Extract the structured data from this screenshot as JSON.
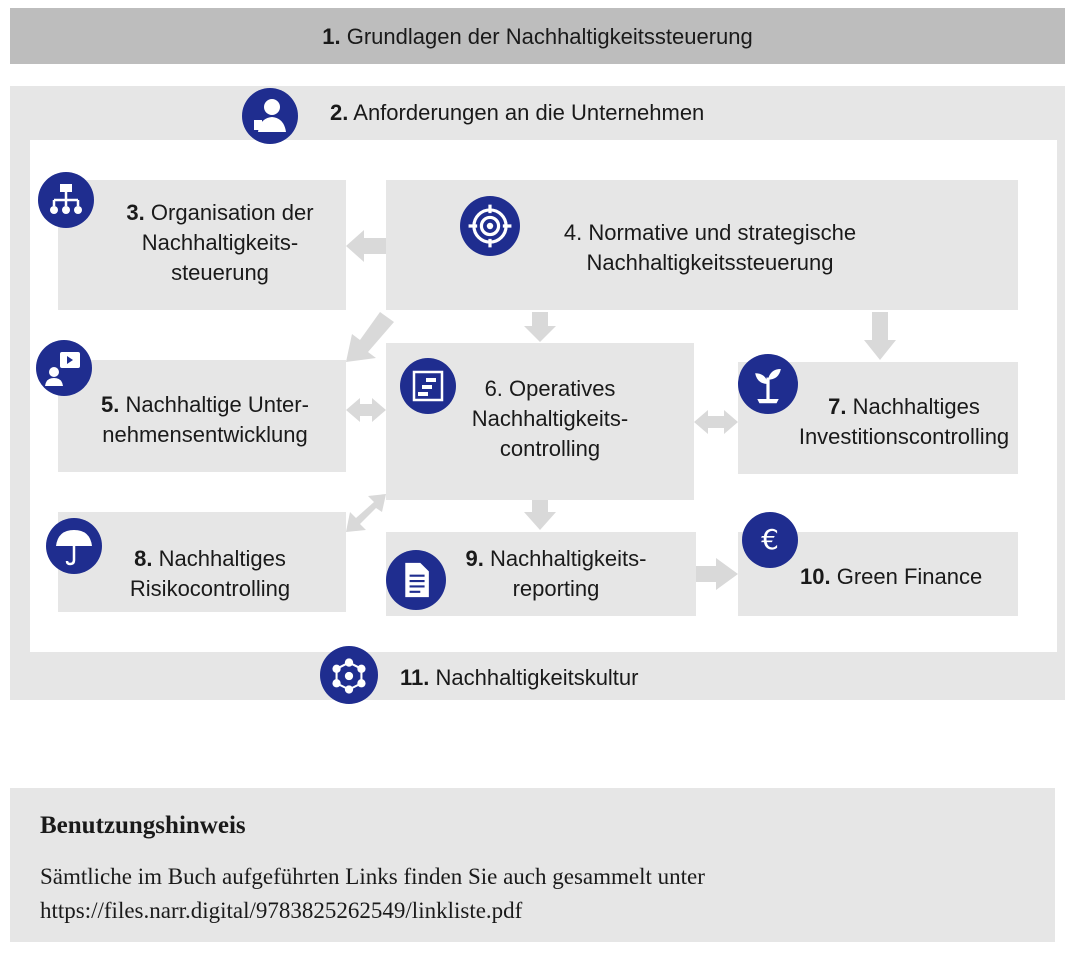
{
  "diagram": {
    "n1": {
      "num": "1.",
      "text": "Grundlagen der Nachhaltigkeitssteuerung"
    },
    "n2": {
      "num": "2.",
      "text": "Anforderungen an die Unternehmen"
    },
    "n3": {
      "num": "3.",
      "line1": "Organisation der",
      "line2": "Nachhaltigkeits-",
      "line3": "steuerung"
    },
    "n4": {
      "num": "4.",
      "line1": "Normative und strategische",
      "line2": "Nachhaltigkeitssteuerung"
    },
    "n5": {
      "num": "5.",
      "line1": "Nachhaltige Unter-",
      "line2": "nehmensentwicklung"
    },
    "n6": {
      "num": "6.",
      "line1": "Operatives",
      "line2": "Nachhaltigkeits-",
      "line3": "controlling"
    },
    "n7": {
      "num": "7.",
      "line1": "Nachhaltiges",
      "line2": "Investitionscontrolling"
    },
    "n8": {
      "num": "8.",
      "line1": "Nachhaltiges",
      "line2": "Risikocontrolling"
    },
    "n9": {
      "num": "9.",
      "line1": "Nachhaltigkeits-",
      "line2": "reporting"
    },
    "n10": {
      "num": "10.",
      "text": "Green Finance"
    },
    "n11": {
      "num": "11.",
      "text": "Nachhaltigkeitskultur"
    }
  },
  "note": {
    "title": "Benutzungshinweis",
    "line1": "Sämtliche im Buch aufgeführten Links finden Sie auch gesammelt unter",
    "line2": "https://files.narr.digital/9783825262549/linkliste.pdf"
  },
  "colors": {
    "icon_bg": "#1f2d8f",
    "box_bg": "#e6e6e6",
    "header_bg": "#bdbdbd",
    "arrow": "#d9d9d9"
  }
}
